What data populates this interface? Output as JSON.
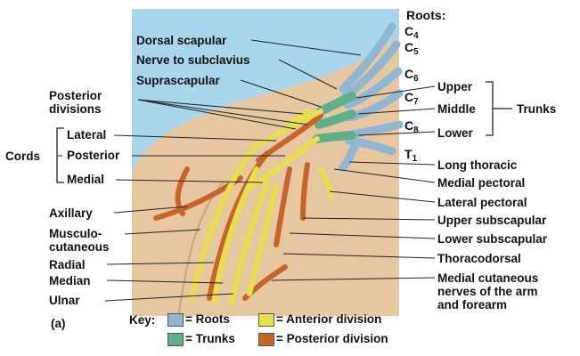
{
  "figure": {
    "panel_label": "(a)",
    "roots_title": "Roots:",
    "roots": [
      {
        "letter": "C",
        "sub": "4"
      },
      {
        "letter": "C",
        "sub": "5"
      },
      {
        "letter": "C",
        "sub": "6"
      },
      {
        "letter": "C",
        "sub": "7"
      },
      {
        "letter": "C",
        "sub": "8"
      },
      {
        "letter": "T",
        "sub": "1"
      }
    ],
    "top_labels": {
      "dorsal_scapular": "Dorsal scapular",
      "nerve_to_subclavius": "Nerve to subclavius",
      "suprascapular": "Suprascapular"
    },
    "left_labels": {
      "posterior_divisions": "Posterior\ndivisions",
      "cords": "Cords",
      "lateral": "Lateral",
      "posterior": "Posterior",
      "medial": "Medial",
      "axillary": "Axillary",
      "musculocutaneous": "Musculo-\ncutaneous",
      "radial": "Radial",
      "median": "Median",
      "ulnar": "Ulnar"
    },
    "trunk_labels": {
      "upper": "Upper",
      "middle": "Middle",
      "lower": "Lower",
      "trunks": "Trunks"
    },
    "right_labels": {
      "long_thoracic": "Long thoracic",
      "medial_pectoral": "Medial pectoral",
      "lateral_pectoral": "Lateral pectoral",
      "upper_subscapular": "Upper subscapular",
      "lower_subscapular": "Lower subscapular",
      "thoracodorsal": "Thoracodorsal",
      "medial_cutaneous": "Medial cutaneous\nnerves of the arm\nand forearm"
    },
    "key": {
      "title": "Key:",
      "items": [
        {
          "label": "= Roots",
          "color": "#8fb6d2"
        },
        {
          "label": "= Anterior division",
          "color": "#e8e04a"
        },
        {
          "label": "= Trunks",
          "color": "#5fb08a"
        },
        {
          "label": "= Posterior division",
          "color": "#c8642a"
        }
      ]
    },
    "colors": {
      "background_box": "#a9d6ec",
      "body": "#e6c79f",
      "roots": "#8fb6d2",
      "trunks": "#5fb08a",
      "anterior": "#e8e04a",
      "posterior": "#c8642a"
    }
  }
}
